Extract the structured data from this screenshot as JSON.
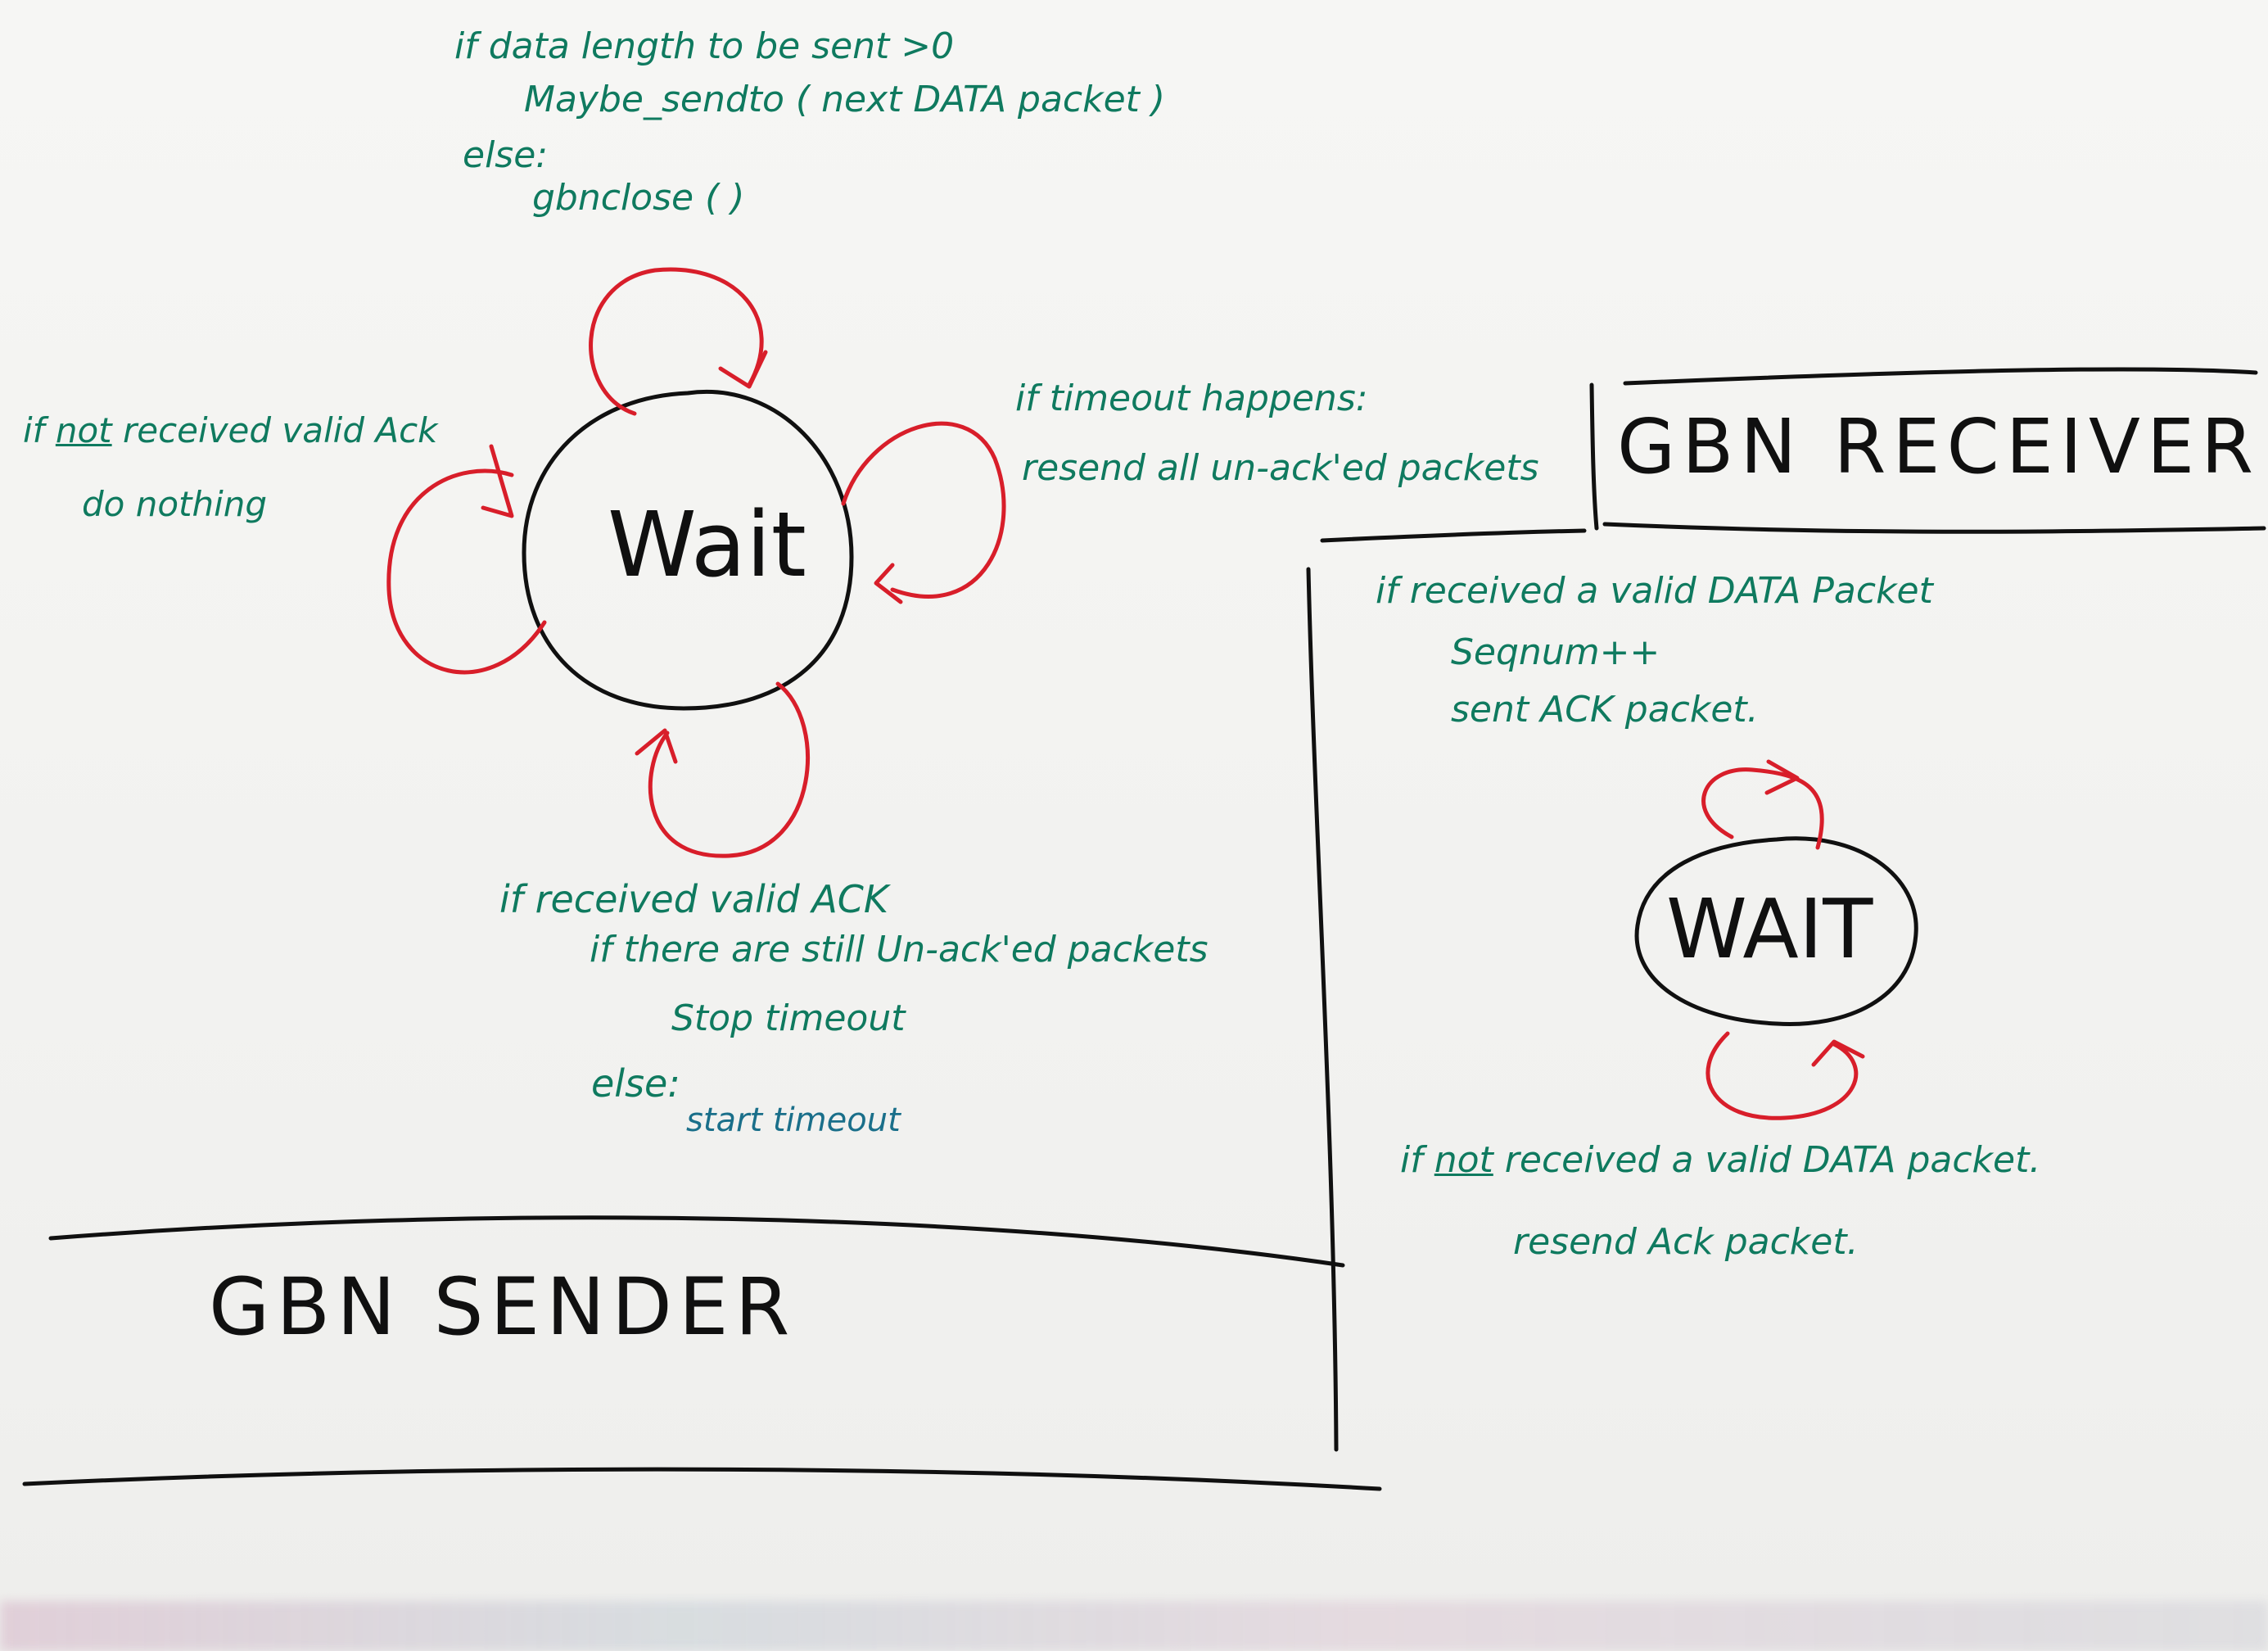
{
  "sender": {
    "title": "GBN SENDER",
    "state_label": "Wait",
    "top_loop": {
      "line1": "if data length to be sent >0",
      "line2": "Maybe_sendto ( next DATA packet )",
      "line3": "else:",
      "line4": "gbnclose ( )"
    },
    "left_loop": {
      "prefix": "if",
      "not": "not",
      "rest": "received valid Ack",
      "line2": "do nothing"
    },
    "right_loop": {
      "line1": "if timeout happens:",
      "line2": "resend all un-ack'ed packets"
    },
    "bottom_loop": {
      "line1": "if received valid ACK",
      "line2": "if there are still Un-ack'ed packets",
      "line3": "Stop timeout",
      "line4": "else:",
      "line5": "start timeout"
    }
  },
  "receiver": {
    "title": "GBN RECEIVER",
    "state_label": "WAIT",
    "top_loop": {
      "line1": "if received a valid DATA Packet",
      "line2": "Seqnum++",
      "line3": "sent ACK packet."
    },
    "bottom_loop": {
      "prefix": "if",
      "not": "not",
      "rest": "received a valid DATA packet.",
      "line2": "resend Ack packet."
    }
  },
  "colors": {
    "marker_black": "#101010",
    "marker_red": "#d81e2a",
    "marker_green": "#0f7a5f",
    "marker_blue": "#1a6f8a",
    "board": "#f3f3f1"
  }
}
